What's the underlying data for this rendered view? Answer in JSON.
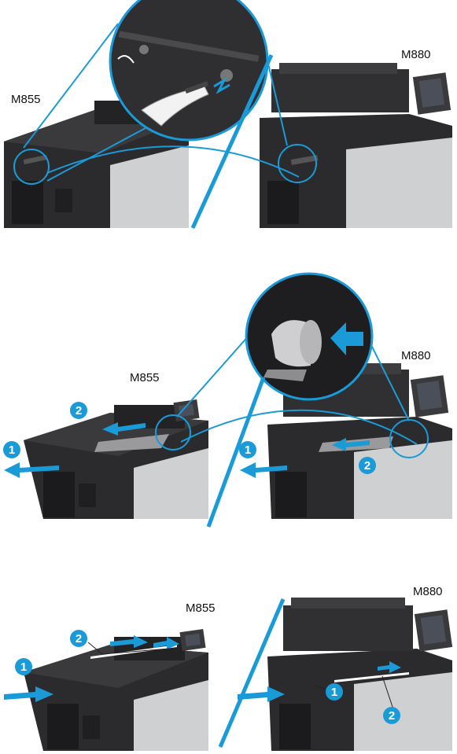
{
  "panels": [
    {
      "left_model": "M855",
      "right_model": "M880"
    },
    {
      "left_model": "M855",
      "right_model": "M880",
      "callouts": {
        "left_one": "1",
        "left_two": "2",
        "right_one": "1",
        "right_two": "2"
      }
    },
    {
      "left_model": "M855",
      "right_model": "M880",
      "callouts": {
        "left_one": "1",
        "left_two": "2",
        "right_one": "1",
        "right_two": "2"
      }
    }
  ],
  "colors": {
    "accent": "#1a9bd7",
    "printer_dark": "#2b2b2d",
    "printer_mid": "#3a3a3d",
    "printer_light": "#8c8c8f",
    "door_silver": "#cfd0d2",
    "screen": "#4a4f5a"
  }
}
